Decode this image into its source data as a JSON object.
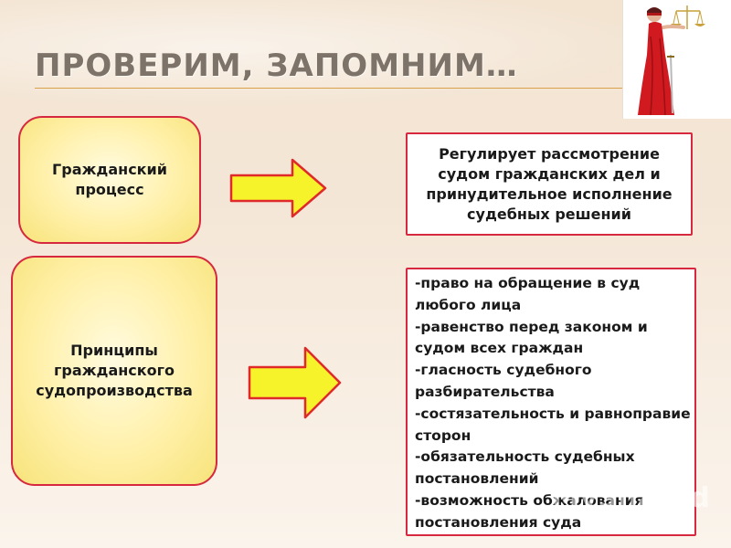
{
  "title": "ПРОВЕРИМ, ЗАПОМНИМ…",
  "left_boxes": [
    {
      "text": "Гражданский процесс"
    },
    {
      "text": "Принципы гражданского судопроизводства"
    }
  ],
  "right_boxes": [
    {
      "text": "Регулирует рассмотрение судом гражданских дел и принудительное исполнение судебных решений"
    },
    {
      "lines": [
        "-право на обращение в суд",
        "любого лица",
        "-равенство перед законом и",
        "судом всех граждан",
        "-гласность судебного",
        "разбирательства",
        "-состязательность и равноправие",
        "сторон",
        "-обязательность судебных",
        "постановлений",
        "-возможность обжалования",
        "постановления суда"
      ]
    }
  ],
  "figure_icon": "themis-justice-figure-icon",
  "watermark": "MyShared",
  "colors": {
    "border": "#d6283e",
    "box_fill": "#fff0a8",
    "arrow_fill": "#f7f32a",
    "arrow_stroke": "#e02a2a",
    "title": "#7d7368"
  }
}
